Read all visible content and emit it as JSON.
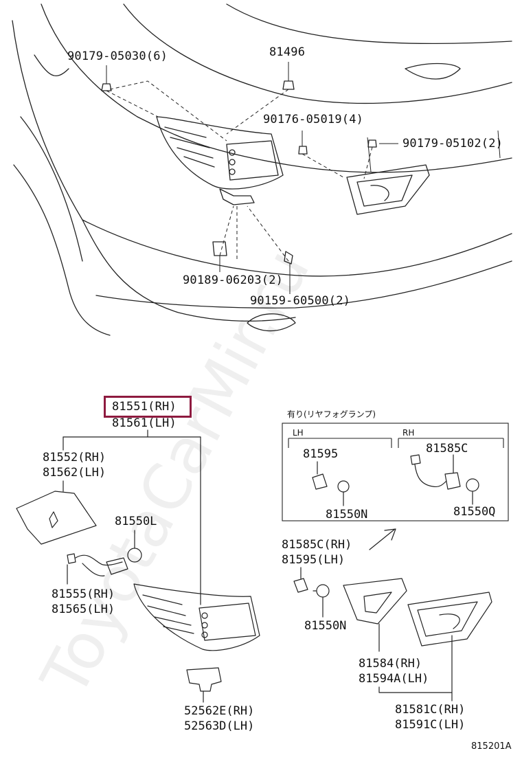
{
  "watermark": "ToyotaCarMir.ru",
  "figure_code": "815201A",
  "highlight_color": "#8e1a3f",
  "top_callouts": {
    "c90179_05030": "90179-05030(6)",
    "c81496": "81496",
    "c90176_05019": "90176-05019(4)",
    "c90179_05102": "90179-05102(2)",
    "c90189_06203": "90189-06203(2)",
    "c90159_60500": "90159-60500(2)"
  },
  "main_part": {
    "rh": "81551(RH)",
    "lh": "81561(LH)"
  },
  "parts": {
    "p81552": {
      "rh": "81552(RH)",
      "lh": "81562(LH)"
    },
    "p81550L": "81550L",
    "p81555": {
      "rh": "81555(RH)",
      "lh": "81565(LH)"
    },
    "p52562": {
      "rh": "52562E(RH)",
      "lh": "52563D(LH)"
    },
    "p81585C_group": {
      "rh": "81585C(RH)",
      "lh": "81595(LH)"
    },
    "p81550N_lower": "81550N",
    "p81584": {
      "rh": "81584(RH)",
      "lh": "81594A(LH)"
    },
    "p81581C": {
      "rh": "81581C(RH)",
      "lh": "81591C(LH)"
    }
  },
  "fog_box": {
    "title": "有り(リヤフォグランプ)",
    "lh_label": "LH",
    "rh_label": "RH",
    "lh_socket": "81595",
    "lh_bulb": "81550N",
    "rh_socket": "81585C",
    "rh_bulb": "81550Q"
  }
}
